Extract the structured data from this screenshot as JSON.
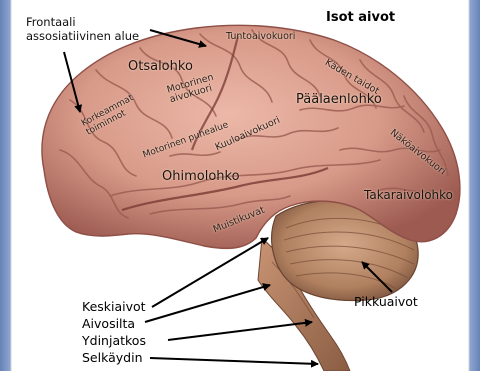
{
  "labels": {
    "title": "Isot aivot",
    "frontal_assoc": "Frontaali\nassosiatiivinen alue",
    "otsalohko": "Otsalohko",
    "tuntoaivokuori": "Tuntoaivokuori",
    "kaden_taidot": "Käden taidot",
    "motorinen_aivokuori": "Motorinen\naivokuori",
    "korkeammat_toiminnot": "Korkeammat\ntoiminnot",
    "paalaenlohko": "Päälaenlohko",
    "motorinen_puhealue": "Motorinen puhealue",
    "kuuloaivokuori": "Kuuloaivokuori",
    "nakoaivokuori": "Näköaivokuori",
    "ohimolohko": "Ohimolohko",
    "takaraivolohko": "Takaraivolohko",
    "muistikuvat": "Muistikuvat",
    "keskiaivot": "Keskiaivot",
    "aivosilta": "Aivosilta",
    "ydinjatkos": "Ydinjatkos",
    "selkaydin": "Selkäydin",
    "pikkuaivot": "Pikkuaivot"
  },
  "colors": {
    "background_border": "#6682b6",
    "brain": "#d79a8a",
    "brain_shadow": "#a45f55",
    "cerebellum": "#b98562",
    "arrow": "#000000"
  }
}
